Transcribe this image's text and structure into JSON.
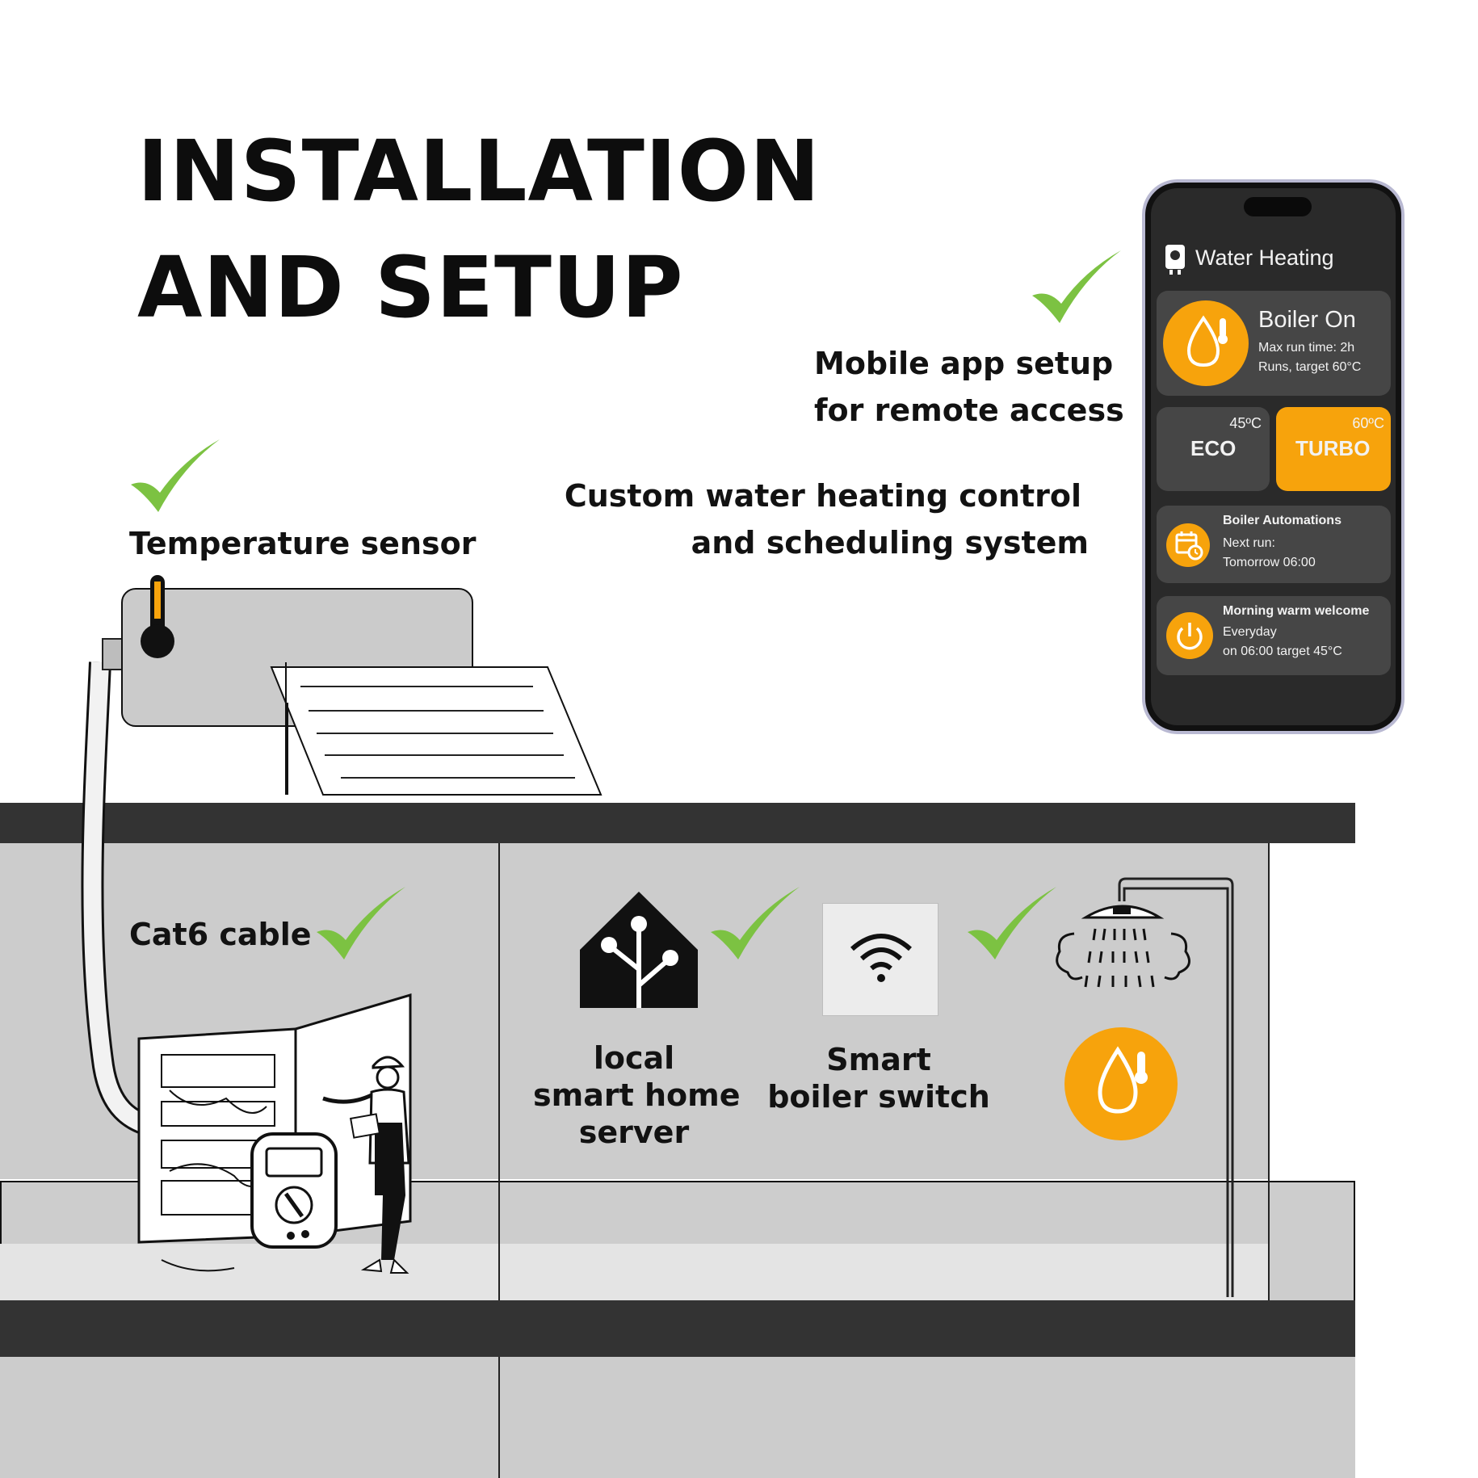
{
  "heading": {
    "line1": "INSTALLATION",
    "line2": "AND SETUP"
  },
  "features": {
    "mobile_line1": "Mobile app setup",
    "mobile_line2": "for remote access",
    "control_line1": "Custom water heating control",
    "control_line2": "and scheduling system",
    "sensor": "Temperature sensor",
    "cable": "Cat6 cable",
    "server_line1": "local",
    "server_line2": "smart home",
    "server_line3": "server",
    "switch_line1": "Smart",
    "switch_line2": "boiler switch"
  },
  "phone": {
    "app_title": "Water Heating",
    "boiler_status": "Boiler On",
    "max_run": "Max run time: 2h",
    "runs_target": "Runs, target 60°C",
    "eco_label": "ECO",
    "eco_temp": "45ºC",
    "turbo_label": "TURBO",
    "turbo_temp": "60ºC",
    "automations_title": "Boiler Automations",
    "next_run_label": "Next run:",
    "next_run_value": "Tomorrow 06:00",
    "schedule_title": "Morning warm welcome",
    "schedule_freq": "Everyday",
    "schedule_detail": "on 06:00 target 45°C"
  },
  "colors": {
    "accent_orange": "#f7a30c",
    "check_green": "#7cc242",
    "slab": "#333333",
    "wall": "#cccccc",
    "phone_bg": "#2a2a2a",
    "card_bg": "#464646"
  },
  "icons": [
    "check-icon",
    "thermometer-icon",
    "water-drop-icon",
    "home-assistant-icon",
    "wifi-icon",
    "shower-icon",
    "calendar-clock-icon",
    "power-icon",
    "boiler-icon"
  ]
}
